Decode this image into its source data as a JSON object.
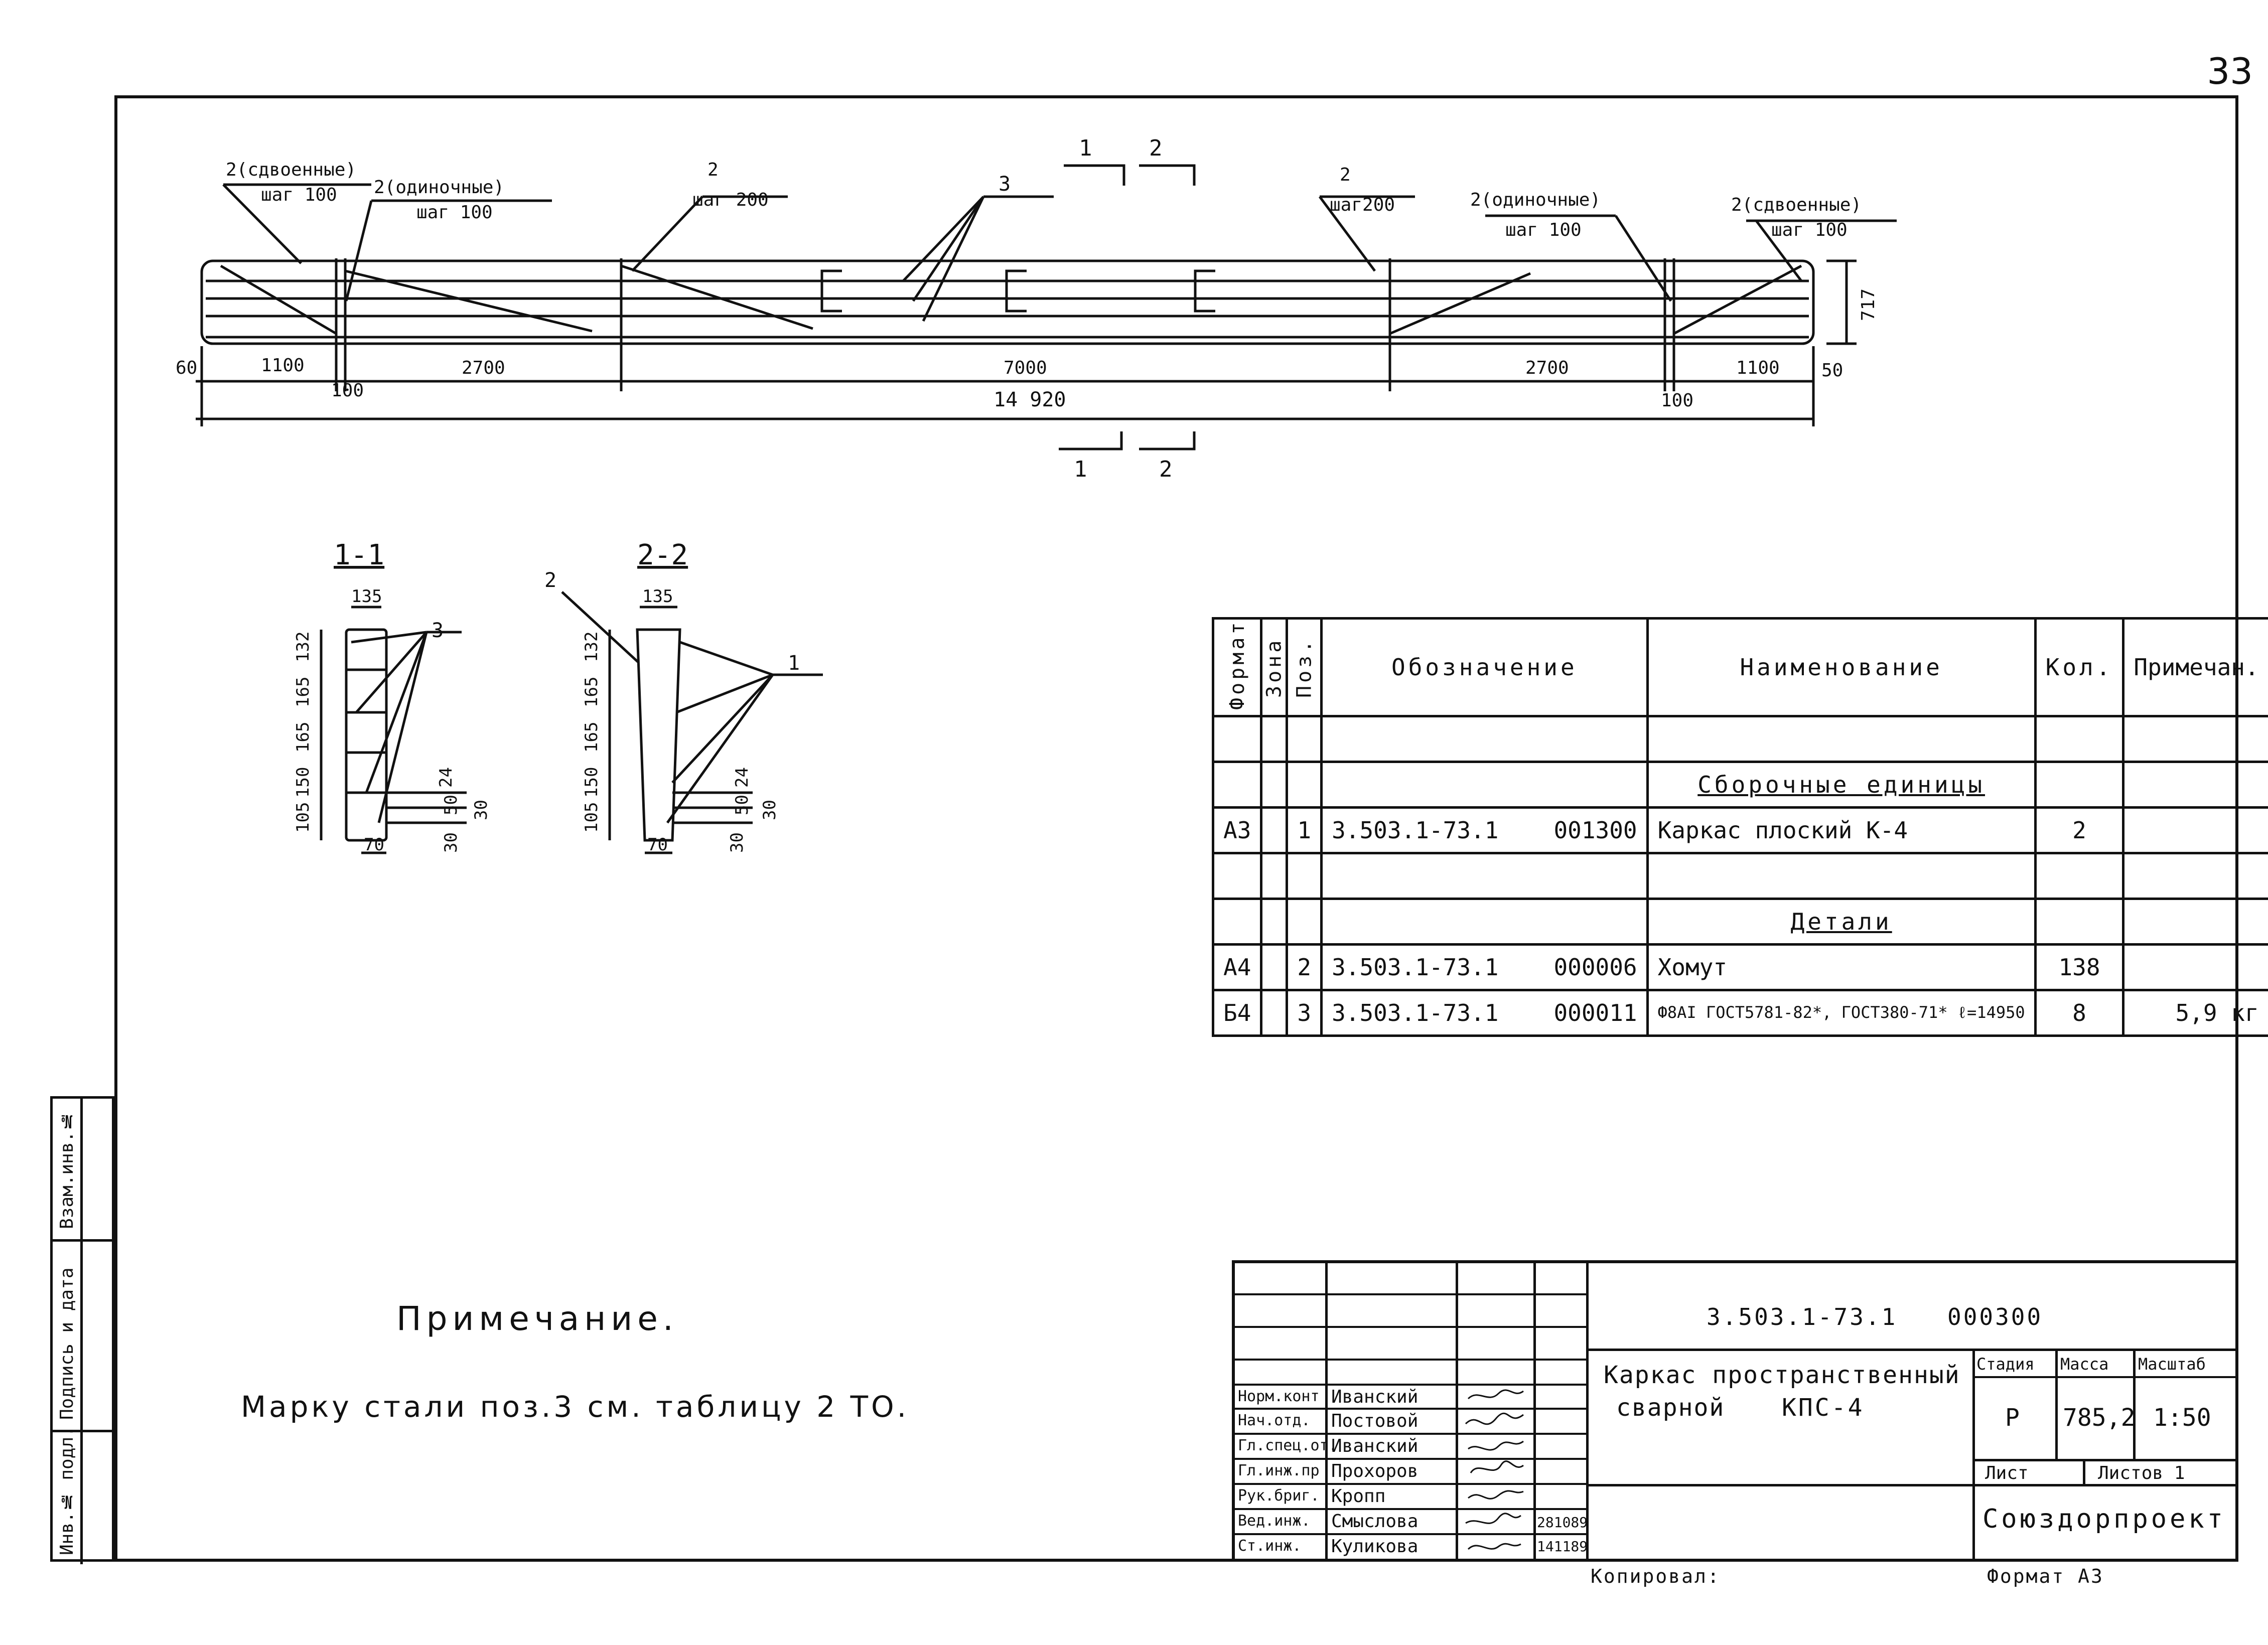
{
  "page_number": "33",
  "elevation": {
    "callouts": {
      "doubled_left": "2(сдвоенные)",
      "doubled_left_step": "шаг 100",
      "single_left": "2(одиночные)",
      "single_left_step": "шаг 100",
      "mid_left": "2",
      "mid_left_step": "шаг 200",
      "pos3": "3",
      "mid_right": "2",
      "mid_right_step": "шаг200",
      "single_right": "2(одиночные)",
      "single_right_step": "шаг 100",
      "doubled_right": "2(сдвоенные)",
      "doubled_right_step": "шаг 100"
    },
    "section_marks": {
      "top_1": "1",
      "top_2": "2",
      "bottom_1": "1",
      "bottom_2": "2"
    },
    "dims": {
      "d60_left": "60",
      "d1100_left": "1100",
      "d100_left": "100",
      "d2700_left": "2700",
      "d7000": "7000",
      "d2700_right": "2700",
      "d100_right": "100",
      "d1100_right": "1100",
      "d50_right": "50",
      "total": "14 920",
      "height": "717"
    }
  },
  "sections": {
    "s11": {
      "title": "1-1",
      "width": "135",
      "pos": "3",
      "vdims": [
        "105",
        "150",
        "165",
        "165",
        "132"
      ],
      "rdims": [
        "24",
        "50",
        "30",
        "30"
      ],
      "bottom": "70"
    },
    "s22": {
      "title": "2-2",
      "width": "135",
      "pos_left": "2",
      "pos_right": "1",
      "vdims": [
        "105",
        "150",
        "165",
        "165",
        "132"
      ],
      "rdims": [
        "24",
        "50",
        "30",
        "30"
      ],
      "bottom": "70"
    }
  },
  "spec_table": {
    "headers": {
      "format": "Формат",
      "zone": "Зона",
      "pos": "Поз.",
      "designation": "Обозначение",
      "name": "Наименование",
      "qty": "Кол.",
      "note": "Примечан."
    },
    "section_assemblies": "Сборочные единицы",
    "section_parts": "Детали",
    "rows": [
      {
        "format": "А3",
        "pos": "1",
        "code": "3.503.1-73.1",
        "num": "001300",
        "name": "Каркас плоский К-4",
        "qty": "2",
        "note": ""
      },
      {
        "format": "А4",
        "pos": "2",
        "code": "3.503.1-73.1",
        "num": "000006",
        "name": "Хомут",
        "qty": "138",
        "note": ""
      },
      {
        "format": "Б4",
        "pos": "3",
        "code": "3.503.1-73.1",
        "num": "000011",
        "name": "Ф8АI ГОСТ5781-82*, ГОСТ380-71* ℓ=14950",
        "qty": "8",
        "note": "5,9 кг"
      }
    ]
  },
  "note": {
    "title": "Примечание.",
    "text": "Марку стали поз.3 см. таблицу 2 ТО."
  },
  "title_block": {
    "doc_code": "3.503.1-73.1",
    "doc_num": "000300",
    "doc_name_1": "Каркас пространственный",
    "doc_name_2": "сварной",
    "doc_mark": "КПС-4",
    "stage_h": "Стадия",
    "mass_h": "Масса",
    "scale_h": "Масштаб",
    "stage": "Р",
    "mass": "785,2",
    "scale": "1:50",
    "sheet_h": "Лист",
    "sheets_h": "Листов 1",
    "org": "Союздорпроект",
    "roles": [
      "Норм.конт",
      "Нач.отд.",
      "Гл.спец.от.",
      "Гл.инж.пр",
      "Рук.бриг.",
      "Вед.инж.",
      "Ст.инж."
    ],
    "names": [
      "Иванский",
      "Постовой",
      "Иванский",
      "Прохоров",
      "Кропп",
      "Смыслова",
      "Куликова"
    ],
    "dates": [
      "281089",
      "141189"
    ],
    "copied": "Копировал:",
    "format": "Формат А3"
  },
  "side_stamp": [
    "Инв.№ подл.",
    "Подпись и дата",
    "Взам.инв.№"
  ]
}
